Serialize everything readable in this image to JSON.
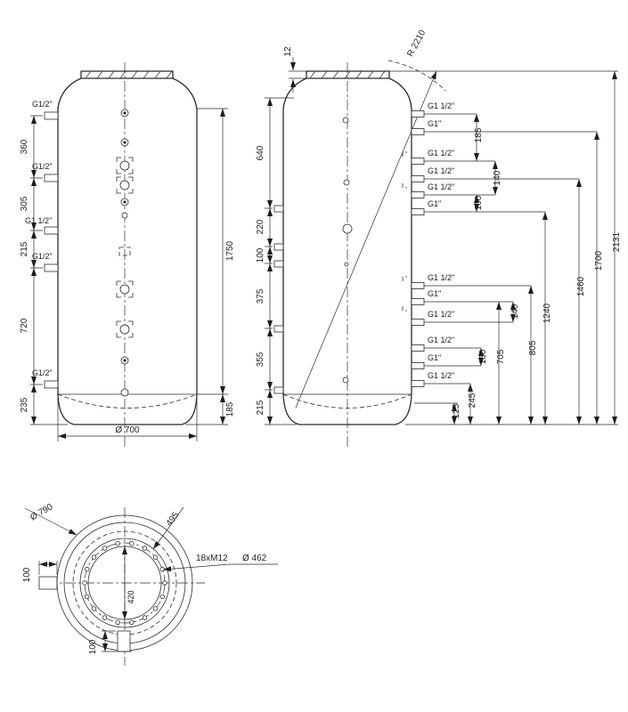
{
  "front_view": {
    "ports_left": [
      "G1/2\"",
      "G1/2\"",
      "G1 1/2\"",
      "G1/2\"",
      "G1/2\""
    ],
    "dims_left": [
      "360",
      "305",
      "215",
      "720",
      "235"
    ],
    "dim_height": "1750",
    "dim_base": "185",
    "dim_diameter": "Ø 700"
  },
  "side_view": {
    "dim_lid": "12",
    "dim_radius": "R 2210",
    "dims_left": [
      "640",
      "220",
      "100",
      "375",
      "355",
      "215"
    ],
    "ports_right": [
      "G1 1/2\"",
      "G1\"",
      "G1 1/2\"",
      "G1 1/2\"",
      "G1 1/2\"",
      "G1\"",
      "G1 1/2\"",
      "G1\"",
      "G1 1/2\"",
      "G1 1/2\"",
      "G1\"",
      "G1 1/2\""
    ],
    "dims_right": [
      "185",
      "140",
      "100",
      "2131",
      "1700",
      "1460",
      "1240",
      "140",
      "805",
      "705",
      "130",
      "245",
      "125"
    ]
  },
  "bottom_view": {
    "dim_outer_diameter": "Ø 790",
    "dim_ref": "495",
    "bolt_spec": "18xM12",
    "dim_bolt_circle": "Ø 462",
    "dim_side_port": "100",
    "dim_inner": "420",
    "dim_bottom_port": "100"
  }
}
